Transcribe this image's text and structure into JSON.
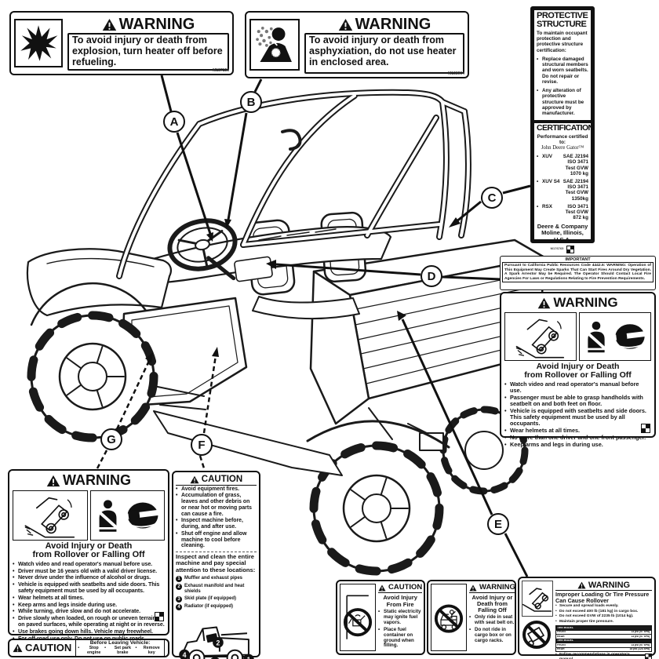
{
  "callouts": [
    {
      "letter": "A"
    },
    {
      "letter": "B"
    },
    {
      "letter": "C"
    },
    {
      "letter": "D"
    },
    {
      "letter": "E"
    },
    {
      "letter": "F"
    },
    {
      "letter": "G"
    }
  ],
  "labels": {
    "explosion": {
      "header": "WARNING",
      "text": "To avoid injury or death from explosion, turn heater off before refueling.",
      "id": "M157159"
    },
    "asphyxiation": {
      "header": "WARNING",
      "text": "To avoid injury or death from asphyxiation, do not use heater in enclosed area.",
      "id": "M158904"
    },
    "protective": {
      "title1": "PROTECTIVE",
      "title2": "STRUCTURE",
      "intro": "To maintain occupant protection and protective structure certification:",
      "bullets": [
        "Replace damaged structural members and worn seatbelts. Do not repair or revise.",
        "Any alteration of protective structure must be approved by manufacturer."
      ]
    },
    "certification": {
      "title": "CERTIFICATION",
      "intro": "Performance certified to:",
      "product": "John Deere Gator™",
      "items": [
        {
          "model": "XUV",
          "specs": [
            "SAE J2194",
            "ISO 3471",
            "Test GVW 1070 kg"
          ]
        },
        {
          "model": "XUV S4",
          "specs": [
            "SAE J2194",
            "ISO 3471",
            "Test GVW 1350kg"
          ]
        },
        {
          "model": "RSX",
          "specs": [
            "ISO 3471",
            "Test GVW 872 kg"
          ]
        }
      ],
      "company": "Deere & Company",
      "city": "Moline, Illinois, U.S.A.",
      "id": "M176765"
    },
    "important": {
      "title": "IMPORTANT",
      "text": "Pursuant to California Public Resources Code 4442.6: WARNING: Operation of This Equipment May Create Sparks That Can Start Fires Around Dry Vegetation. A Spark Arrestor May be Required. The Operator Should Contact Local Fire Agencies For Laws or Regulations Relating to Fire Prevention Requirements."
    },
    "rollover_right": {
      "header": "WARNING",
      "title1": "Avoid Injury or Death",
      "title2": "from Rollover or Falling Off",
      "bullets": [
        "Watch video and read operator's manual before use.",
        "Passenger must be able to grasp handholds with seatbelt on and both feet on floor.",
        "Vehicle is equipped with seatbelts and side doors. This safety equipment must be used by all occupants.",
        "Wear helmets at all times.",
        "No more than one driver and one front passenger.",
        "Keep arms and legs in during use."
      ]
    },
    "rollover_left": {
      "header": "WARNING",
      "title1": "Avoid Injury or Death",
      "title2": "from Rollover or Falling Off",
      "bullets": [
        "Watch video and read operator's manual before use.",
        "Driver must be 16 years old with a valid driver license.",
        "Never drive under the influence of alcohol or drugs.",
        "Vehicle is equipped with seatbelts and side doors. This safety equipment must be used by all occupants.",
        "Wear helmets at all times.",
        "Keep arms and legs inside during use.",
        "While turning, drive slow and do not accelerate.",
        "Drive slowly when loaded, on rough or uneven terrain, on paved surfaces, while operating at night or in reverse.",
        "Use brakes going down hills. Vehicle may freewheel.",
        "For off-road use only. Do not use on public roads."
      ]
    },
    "leaving": {
      "header": "CAUTION",
      "title": "Before Leaving Vehicle:",
      "items": [
        "Stop engine",
        "Set park brake",
        "Remove key"
      ]
    },
    "fires": {
      "header": "CAUTION",
      "bullets": [
        "Avoid equipment fires.",
        "Accumulation of grass, leaves and other debris on or near hot or moving parts can cause a fire.",
        "Inspect machine before, during, and after use.",
        "Shut off engine and allow machine to cool before cleaning."
      ]
    },
    "inspect": {
      "intro": "Inspect and clean the entire machine and pay special attention to these locations:",
      "items": [
        {
          "num": "1",
          "text": "Muffler and exhaust pipes"
        },
        {
          "num": "2",
          "text": "Exhaust manifold and heat shields"
        },
        {
          "num": "3",
          "text": "Skid plate (if equipped)"
        },
        {
          "num": "4",
          "text": "Radiator (if equipped)"
        }
      ]
    },
    "fire_fuel": {
      "header": "CAUTION",
      "title": "Avoid Injury From Fire",
      "bullets": [
        "Static electricity may ignite fuel vapors.",
        "Place fuel container on ground when filling."
      ]
    },
    "falling_off": {
      "header": "WARNING",
      "title": "Avoid Injury or Death from Falling Off",
      "bullets": [
        "Only ride in seat with seat belt on.",
        "Do not ride in cargo box or on cargo racks."
      ]
    },
    "loading": {
      "header": "WARNING",
      "title": "Improper Loading Or Tire Pressure Can Cause Rollover",
      "bullets": [
        "Secure and spread loads evenly.",
        "Do not exceed 400 lb (181 kg) in cargo box.",
        "Do not exceed GVW of 2235 lb (1014 kg).",
        "Maintain proper tire pressure."
      ],
      "table": {
        "rows": [
          {
            "dark": true,
            "c1": "TIRE MODEL",
            "c2": "",
            "c3": ""
          },
          {
            "dark": false,
            "c1": "FRONT",
            "c2": "14 psi (97 kPa)"
          },
          {
            "dark": false,
            "c1": "REAR",
            "c2": "14 psi (97 kPa)"
          },
          {
            "dark": true,
            "c1": "TIRE MODEL",
            "c2": "",
            "c3": ""
          },
          {
            "dark": false,
            "c1": "FRONT",
            "c2": "14 psi (97 kPa)"
          },
          {
            "dark": false,
            "c1": "REAR",
            "c2": "18 psi (124 kPa)"
          }
        ]
      },
      "footer": "Follow recommendations in operator's manual."
    }
  }
}
